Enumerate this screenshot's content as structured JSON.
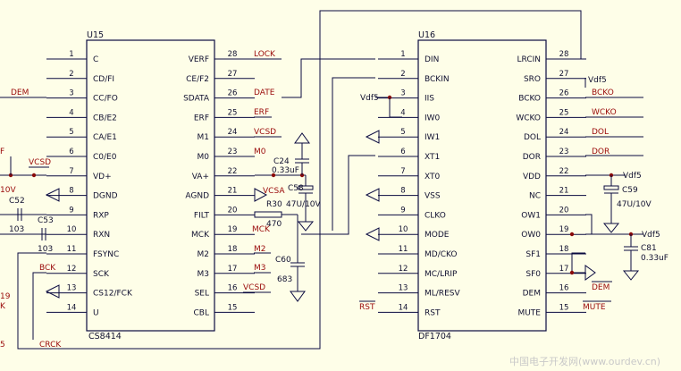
{
  "u15": {
    "ref": "U15",
    "part": "CS8414",
    "left_pins": [
      {
        "num": "1",
        "label": "C"
      },
      {
        "num": "2",
        "label": "CD/FI"
      },
      {
        "num": "3",
        "label": "CC/FO"
      },
      {
        "num": "4",
        "label": "CB/E2"
      },
      {
        "num": "5",
        "label": "CA/E1"
      },
      {
        "num": "6",
        "label": "C0/E0"
      },
      {
        "num": "7",
        "label": "VD+"
      },
      {
        "num": "8",
        "label": "DGND"
      },
      {
        "num": "9",
        "label": "RXP"
      },
      {
        "num": "10",
        "label": "RXN"
      },
      {
        "num": "11",
        "label": "FSYNC"
      },
      {
        "num": "12",
        "label": "SCK"
      },
      {
        "num": "13",
        "label": "CS12/FCK"
      },
      {
        "num": "14",
        "label": "U"
      }
    ],
    "right_pins": [
      {
        "num": "28",
        "label": "VERF"
      },
      {
        "num": "27",
        "label": "CE/F2"
      },
      {
        "num": "26",
        "label": "SDATA"
      },
      {
        "num": "25",
        "label": "ERF"
      },
      {
        "num": "24",
        "label": "M1"
      },
      {
        "num": "23",
        "label": "M0"
      },
      {
        "num": "22",
        "label": "VA+"
      },
      {
        "num": "21",
        "label": "AGND"
      },
      {
        "num": "20",
        "label": "FILT"
      },
      {
        "num": "19",
        "label": "MCK"
      },
      {
        "num": "18",
        "label": "M2"
      },
      {
        "num": "17",
        "label": "M3"
      },
      {
        "num": "16",
        "label": "SEL"
      },
      {
        "num": "15",
        "label": "CBL"
      }
    ]
  },
  "u16": {
    "ref": "U16",
    "part": "DF1704",
    "left_pins": [
      {
        "num": "1",
        "label": "DIN"
      },
      {
        "num": "2",
        "label": "BCKIN"
      },
      {
        "num": "3",
        "label": "IIS"
      },
      {
        "num": "4",
        "label": "IW0"
      },
      {
        "num": "5",
        "label": "IW1"
      },
      {
        "num": "6",
        "label": "XT1"
      },
      {
        "num": "7",
        "label": "XT0"
      },
      {
        "num": "8",
        "label": "VSS"
      },
      {
        "num": "9",
        "label": "CLKO"
      },
      {
        "num": "10",
        "label": "MODE"
      },
      {
        "num": "11",
        "label": "MD/CKO"
      },
      {
        "num": "12",
        "label": "MC/LRIP"
      },
      {
        "num": "13",
        "label": "ML/RESV"
      },
      {
        "num": "14",
        "label": "RST"
      }
    ],
    "right_pins": [
      {
        "num": "28",
        "label": "LRCIN"
      },
      {
        "num": "27",
        "label": "SRO"
      },
      {
        "num": "26",
        "label": "BCKO"
      },
      {
        "num": "25",
        "label": "WCKO"
      },
      {
        "num": "24",
        "label": "DOL"
      },
      {
        "num": "23",
        "label": "DOR"
      },
      {
        "num": "22",
        "label": "VDD"
      },
      {
        "num": "21",
        "label": "NC"
      },
      {
        "num": "20",
        "label": "OW1"
      },
      {
        "num": "19",
        "label": "OW0"
      },
      {
        "num": "18",
        "label": "SF1"
      },
      {
        "num": "17",
        "label": "SF0"
      },
      {
        "num": "16",
        "label": "DEM"
      },
      {
        "num": "15",
        "label": "MUTE"
      }
    ]
  },
  "nets": {
    "dem_left": "DEM",
    "vcsd_left": "VCSD",
    "bck": "BCK",
    "crck": "CRCK",
    "lock": "LOCK",
    "date": "DATE",
    "erf": "ERF",
    "vcsd_m1": "VCSD",
    "m0": "M0",
    "vcsa": "VCSA",
    "mck": "MCK",
    "m2": "M2",
    "m3": "M3",
    "vcsd_sel": "VCSD",
    "vdf5_sro": "Vdf5",
    "vdf5_iis": "Vdf5",
    "bcko": "BCKO",
    "wcko": "WCKO",
    "dol": "DOL",
    "dor": "DOR",
    "vdf5_vdd": "Vdf5",
    "vdf5_ow0": "Vdf5",
    "dem_out": "DEM",
    "mute_out": "MUTE",
    "rst_in": "RST"
  },
  "components": {
    "c24": {
      "ref": "C24",
      "value": "0.33uF"
    },
    "c58": {
      "ref": "C58",
      "value": "47U/10V"
    },
    "r30": {
      "ref": "R30",
      "value": "470"
    },
    "c60": {
      "ref": "C60",
      "value": "683"
    },
    "c52": {
      "ref": "C52",
      "value": "103"
    },
    "c53": {
      "ref": "C53",
      "value": "103"
    },
    "c59": {
      "ref": "C59",
      "value": "47U/10V"
    },
    "c81": {
      "ref": "C81",
      "value": "0.33uF"
    }
  },
  "edge_labels": {
    "f": "F",
    "v10": "10V",
    "n19": "19",
    "k": "K",
    "n5": "5"
  },
  "watermark": "中国电子开发网(www.ourdev.cn)"
}
